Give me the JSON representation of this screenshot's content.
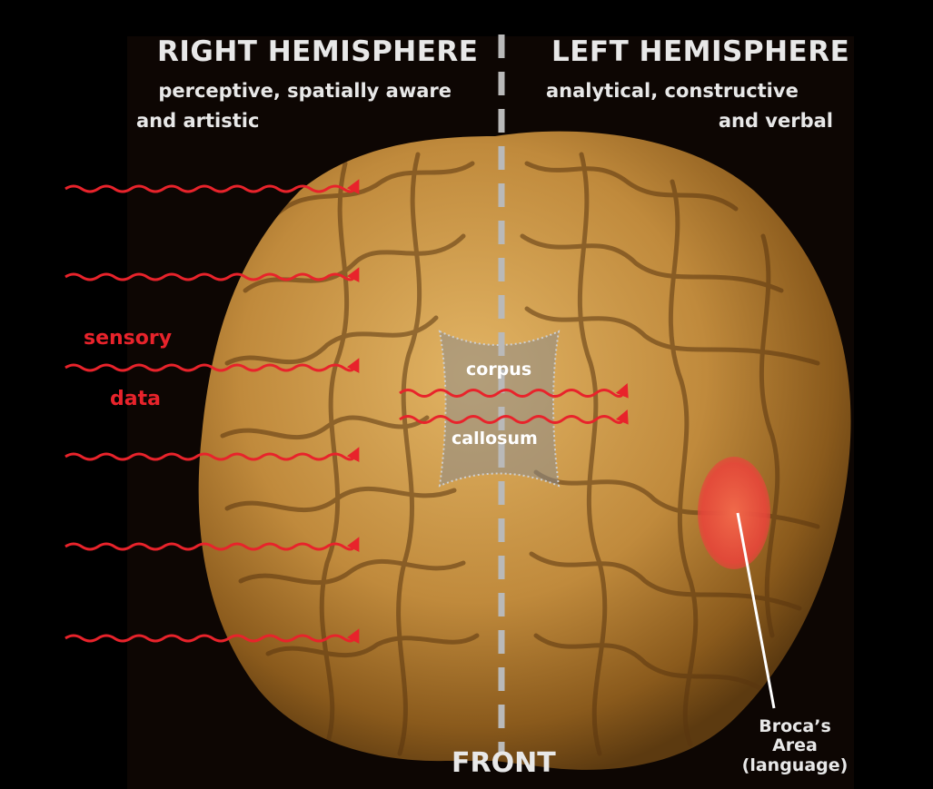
{
  "colors": {
    "background": "#000000",
    "text": "#e8e8e8",
    "accent_red": "#e8232b",
    "brain_light": "#d6a452",
    "brain_dark": "#6e4512",
    "divider": "#b9b9b9"
  },
  "right_hemisphere": {
    "title": "RIGHT HEMISPHERE",
    "desc_line1": "perceptive, spatially aware",
    "desc_line2": "and artistic"
  },
  "left_hemisphere": {
    "title": "LEFT HEMISPHERE",
    "desc_line1": "analytical, constructive",
    "desc_line2": "and verbal"
  },
  "sensory": {
    "line1": "sensory",
    "line2": "data"
  },
  "corpus_callosum": {
    "line1": "corpus",
    "line2": "callosum"
  },
  "broca": {
    "line1": "Broca’s",
    "line2": "Area",
    "line3": "(language)"
  },
  "front_label": "FRONT"
}
